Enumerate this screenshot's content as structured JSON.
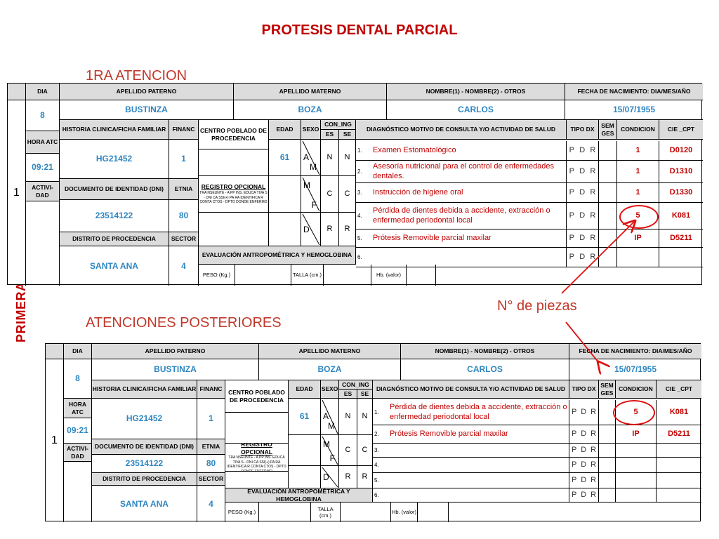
{
  "title": "PROTESIS DENTAL PARCIAL",
  "section1_title": "1RA ATENCION",
  "section2_title": "ATENCIONES POSTERIORES",
  "side_label": "PRIMERA SESION",
  "annotation": "N° de piezas",
  "accent_color": "#c00000",
  "value_color": "#2e86c1",
  "headers": {
    "dia": "DIA",
    "apellido_paterno": "APELLIDO PATERNO",
    "apellido_materno": "APELLIDO MATERNO",
    "nombre": "NOMBRE(1)      -      NOMBRE(2)   -     OTROS",
    "fecha_nac": "FECHA DE NACIMIENTO: DIA/MES/AÑO",
    "historia": "HISTORIA CLINICA/FICHA FAMILIAR",
    "financ": "FINANC",
    "centro": "CENTRO POBLADO DE PROCEDENCIA",
    "edad": "EDAD",
    "sexo": "SEXO",
    "con_ing": "CON_ING",
    "es": "ES",
    "se": "SE",
    "diagnostico": "DIAGNÓSTICO MOTIVO DE CONSULTA Y/O ACTIVIDAD DE SALUD",
    "tipo_dx": "TIPO DX",
    "sem_ges": "SEM GES",
    "condicion": "CONDICION",
    "cie": "CIE _CPT",
    "hora": "HORA ATC",
    "documento": "DOCUMENTO DE IDENTIDAD (DNI)",
    "etnia": "ETNIA",
    "registro": "REGISTRO OPCIONAL",
    "registro_fine": "TRA NSEUNTE - A PP INS. EDUCA TIVA S - DNI CA SSI(+) PA RA IDENTIFICA R CONTA CTOS - DPTO DONDE ENFERMO",
    "actividad": "ACTIVI- DAD",
    "distrito": "DISTRITO DE PROCEDENCIA",
    "sector": "SECTOR",
    "evaluacion": "EVALUACIÓN ANTROPOMÉTRICA Y HEMOGLOBINA",
    "peso": "PESO (Kg.)",
    "talla": "TALLA (cm.)",
    "hb": "Hb. (valor)"
  },
  "patient": {
    "row_number": "1",
    "dia": "8",
    "apellido_paterno": "BUSTINZA",
    "apellido_materno": "BOZA",
    "nombre": "CARLOS",
    "fecha_nac": "15/07/1955",
    "historia": "HG21452",
    "financ": "1",
    "edad": "61",
    "sexo_a": "A",
    "sexo_m": "M",
    "sexo_f": "F",
    "sexo_mm": "M",
    "sexo_d": "D",
    "n": "N",
    "c": "C",
    "r": "R",
    "hora": "09:21",
    "dni": "23514122",
    "etnia": "80",
    "distrito": "SANTA ANA",
    "sector": "4"
  },
  "form1_dx": [
    {
      "n": "1.",
      "text": "Examen Estomatológico",
      "tipo": [
        "P",
        "D",
        "R"
      ],
      "cond": "1",
      "cie": "D0120"
    },
    {
      "n": "2.",
      "text": "Asesoría nutricional para el control de enfermedades dentales.",
      "tipo": [
        "P",
        "D",
        "R"
      ],
      "cond": "1",
      "cie": "D1310"
    },
    {
      "n": "3.",
      "text": " Instrucción de higiene oral",
      "tipo": [
        "P",
        "D",
        "R"
      ],
      "cond": "1",
      "cie": "D1330"
    },
    {
      "n": "4.",
      "text": "Pérdida de dientes debida a accidente, extracción o enfermedad periodontal local",
      "tipo": [
        "P",
        "D",
        "R"
      ],
      "cond": "5",
      "cie": "K081"
    },
    {
      "n": "5.",
      "text": "Prótesis Removible parcial maxilar",
      "tipo": [
        "P",
        "D",
        "R"
      ],
      "cond": "IP",
      "cie": "D5211"
    },
    {
      "n": "6.",
      "text": "",
      "tipo": [
        "P",
        "D",
        "R"
      ],
      "cond": "",
      "cie": ""
    }
  ],
  "form2_dx": [
    {
      "n": "1.",
      "text": "Pérdida de dientes debida a accidente, extracción o enfermedad periodontal local",
      "tipo": [
        "P",
        "D",
        "R"
      ],
      "cond": "5",
      "cie": "K081"
    },
    {
      "n": "2.",
      "text": "Prótesis Removible parcial maxilar",
      "tipo": [
        "P",
        "D",
        "R"
      ],
      "cond": "IP",
      "cie": "D5211"
    },
    {
      "n": "3.",
      "text": "",
      "tipo": [
        "P",
        "D",
        "R"
      ],
      "cond": "",
      "cie": ""
    },
    {
      "n": "4.",
      "text": "",
      "tipo": [
        "P",
        "D",
        "R"
      ],
      "cond": "",
      "cie": ""
    },
    {
      "n": "5.",
      "text": "",
      "tipo": [
        "P",
        "D",
        "R"
      ],
      "cond": "",
      "cie": ""
    },
    {
      "n": "6.",
      "text": "",
      "tipo": [
        "P",
        "D",
        "R"
      ],
      "cond": "",
      "cie": ""
    }
  ]
}
